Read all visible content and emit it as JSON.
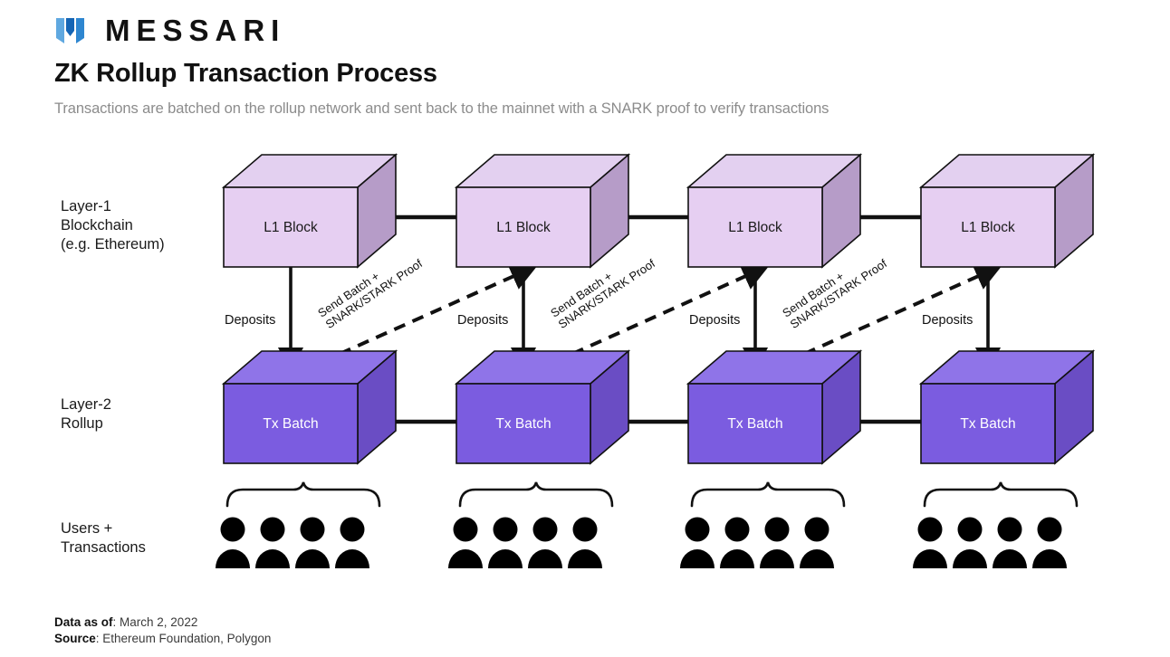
{
  "brand": {
    "logo_icon": "messari-logo-icon",
    "wordmark": "MESSARI",
    "logo_colors": [
      "#5fa8e0",
      "#1565b5",
      "#2e86d0"
    ]
  },
  "header": {
    "title": "ZK Rollup Transaction Process",
    "subtitle": "Transactions are batched on the rollup network and sent back to the mainnet with a SNARK proof to verify transactions"
  },
  "rows": {
    "layer1_label": "Layer-1\nBlockchain\n(e.g. Ethereum)",
    "layer2_label": "Layer-2\nRollup",
    "users_label": "Users +\nTransactions"
  },
  "diagram": {
    "type": "process-flow",
    "columns": 4,
    "l1_blocks": [
      {
        "label": "L1 Block"
      },
      {
        "label": "L1 Block"
      },
      {
        "label": "L1 Block"
      },
      {
        "label": "L1 Block"
      }
    ],
    "l2_blocks": [
      {
        "label": "Tx Batch"
      },
      {
        "label": "Tx Batch"
      },
      {
        "label": "Tx Batch"
      },
      {
        "label": "Tx Batch"
      }
    ],
    "deposit_labels": [
      "Deposits",
      "Deposits",
      "Deposits",
      "Deposits"
    ],
    "proof_labels": [
      {
        "line1": "Send Batch +",
        "line2": "SNARK/STARK Proof"
      },
      {
        "line1": "Send Batch +",
        "line2": "SNARK/STARK Proof"
      },
      {
        "line1": "Send Batch +",
        "line2": "SNARK/STARK Proof"
      }
    ],
    "users_per_group": 4,
    "user_groups": 4,
    "colors": {
      "l1_front": "#e6cff2",
      "l1_top": "#e3d0f0",
      "l1_side": "#b69cc8",
      "l2_front": "#7b5ce0",
      "l2_top": "#8f74e8",
      "l2_side": "#6a4dc4",
      "stroke": "#111111",
      "l1_text": "#1a1a1a",
      "l2_text": "#ffffff",
      "person": "#000000"
    }
  },
  "footer": {
    "data_as_of_label": "Data as of",
    "data_as_of_value": ": March 2, 2022",
    "source_label": "Source",
    "source_value": ": Ethereum Foundation, Polygon"
  }
}
